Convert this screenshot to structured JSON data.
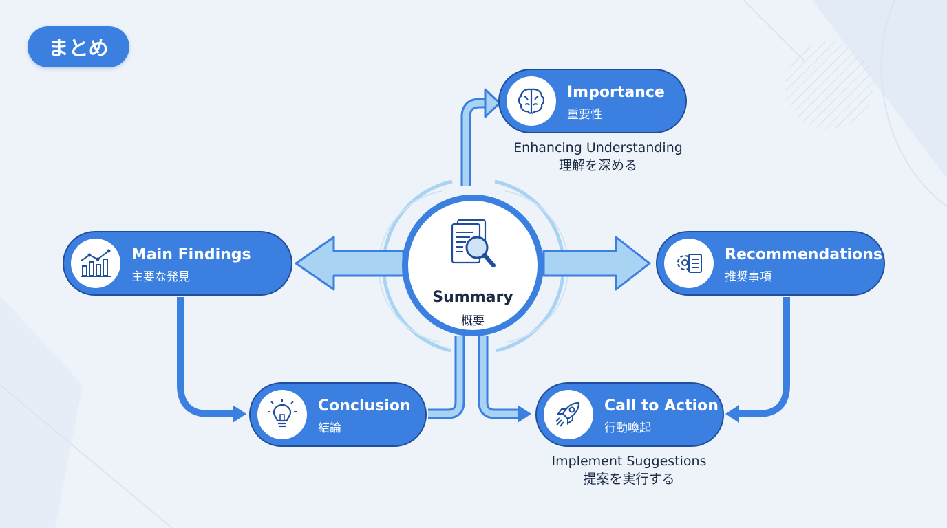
{
  "title": "まとめ",
  "center": {
    "label_en": "Summary",
    "label_jp": "概要",
    "icon": "document-search-icon"
  },
  "nodes": {
    "importance": {
      "label_en": "Importance",
      "label_jp": "重要性",
      "icon": "brain-icon",
      "caption_en": "Enhancing Understanding",
      "caption_jp": "理解を深める"
    },
    "findings": {
      "label_en": "Main Findings",
      "label_jp": "主要な発見",
      "icon": "bar-chart-icon"
    },
    "recommendations": {
      "label_en": "Recommendations",
      "label_jp": "推奨事項",
      "icon": "gear-checklist-icon"
    },
    "conclusion": {
      "label_en": "Conclusion",
      "label_jp": "結論",
      "icon": "lightbulb-icon"
    },
    "action": {
      "label_en": "Call to Action",
      "label_jp": "行動喚起",
      "icon": "rocket-icon",
      "caption_en": "Implement Suggestions",
      "caption_jp": "提案を実行する"
    }
  },
  "colors": {
    "primary": "#3b7fe0",
    "primary_dark": "#1f4f9a",
    "arrow_light": "#a9d3f3",
    "background": "#eef3f9",
    "text": "#1a2a44"
  }
}
